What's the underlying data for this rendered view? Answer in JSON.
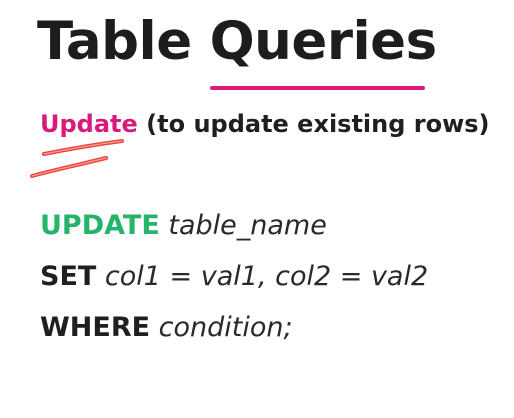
{
  "title": "Table Queries",
  "subtitle": {
    "keyword": "Update",
    "description": " (to update existing rows)"
  },
  "colors": {
    "accent_pink": "#e0197a",
    "keyword_green": "#24b46b",
    "annotation_red": "#e8322e"
  },
  "code": {
    "line1": {
      "keyword": "UPDATE",
      "arg": "table_name"
    },
    "line2": {
      "keyword": "SET",
      "arg": "col1 = val1, col2 = val2"
    },
    "line3": {
      "keyword": "WHERE",
      "arg": "condition;"
    }
  }
}
